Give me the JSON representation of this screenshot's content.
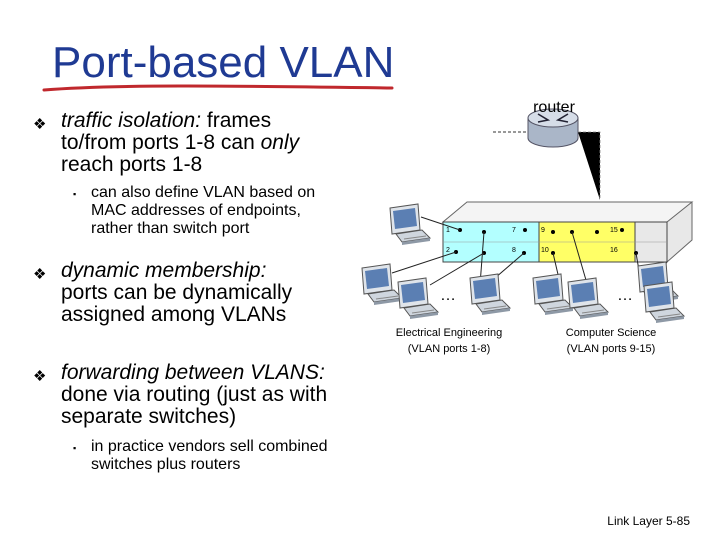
{
  "slide": {
    "title": "Port-based VLAN",
    "footer": "Link Layer 5-85"
  },
  "bullets": [
    {
      "marker": "❖",
      "lines": [
        [
          {
            "text": "traffic isolation:",
            "italic": true
          },
          {
            "text": " frames",
            "italic": false
          }
        ],
        [
          {
            "text": "to/from ports 1-8 can ",
            "italic": false
          },
          {
            "text": "only",
            "italic": true
          }
        ],
        [
          {
            "text": "reach ports 1-8",
            "italic": false
          }
        ]
      ],
      "sub": {
        "marker": "▪",
        "lines": [
          "can also define VLAN based on",
          "MAC addresses of endpoints,",
          "rather than switch port"
        ]
      }
    },
    {
      "marker": "❖",
      "lines": [
        [
          {
            "text": "dynamic membership:",
            "italic": true
          }
        ],
        [
          {
            "text": "ports can be dynamically",
            "italic": false
          }
        ],
        [
          {
            "text": "assigned among VLANs",
            "italic": false
          }
        ]
      ]
    },
    {
      "marker": "❖",
      "lines": [
        [
          {
            "text": "forwarding between VLANS:",
            "italic": true
          }
        ],
        [
          {
            "text": "done via routing (just as with",
            "italic": false
          }
        ],
        [
          {
            "text": "separate switches)",
            "italic": false
          }
        ]
      ],
      "sub": {
        "marker": "▪",
        "lines": [
          "in practice vendors sell combined",
          "switches plus routers"
        ]
      }
    }
  ],
  "diagram": {
    "router_label": "router",
    "ee_ellipsis": "…",
    "cs_ellipsis": "…",
    "ee_caption": [
      "Electrical Engineering",
      "(VLAN ports 1-8)"
    ],
    "cs_caption": [
      "Computer Science",
      "(VLAN ports 9-15)"
    ],
    "ports": [
      "1",
      "2",
      "7",
      "8",
      "9",
      "10",
      "15",
      "16"
    ],
    "colors": {
      "ee_ports": "#b3ffff",
      "cs_ports": "#ffff66",
      "title": "#1f3a93",
      "underline": "#c0282d"
    }
  }
}
